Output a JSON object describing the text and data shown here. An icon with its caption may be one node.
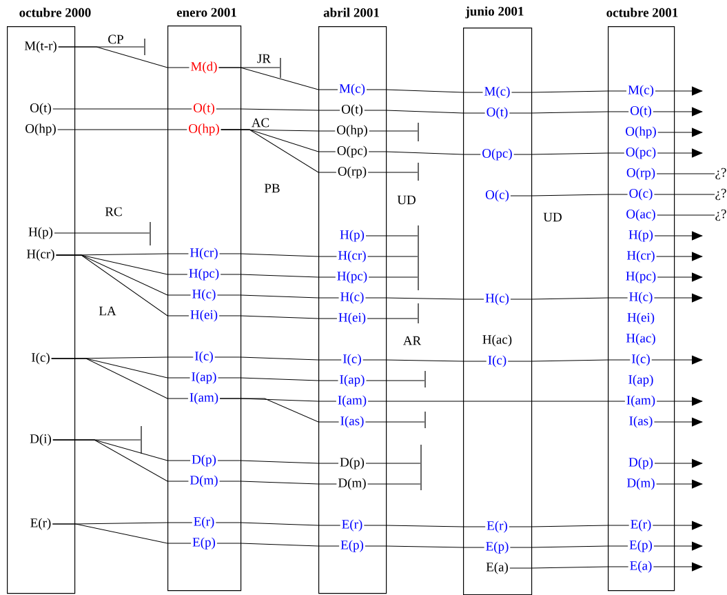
{
  "diagram": {
    "nodes": [
      {
        "text": [
          "octubre 2000"
        ]
      },
      {
        "text": [
          "M(t-r)"
        ],
        "in": 0
      },
      {
        "text": [
          "O(t)"
        ],
        "in": 0
      },
      {
        "text": [
          "O(hp)"
        ],
        "in": 0
      },
      {
        "text": [
          "H(p)"
        ],
        "in": 0
      },
      {
        "text": [
          "H(cr)"
        ],
        "in": 0
      },
      {
        "text": [
          "I(c)"
        ],
        "in": 0
      },
      {
        "text": [
          "D(i)"
        ],
        "in": 0
      },
      {
        "text": [
          "E(r)"
        ],
        "in": 0
      },
      {
        "text": [
          "enero 2001"
        ]
      },
      {
        "text": [
          "M(d)"
        ],
        "in": 9
      },
      {
        "text": [
          "O(t)"
        ],
        "in": 9
      },
      {
        "text": [
          "O(hp)"
        ],
        "in": 9
      },
      {
        "text": [
          "H(cr)"
        ],
        "in": 9
      },
      {
        "text": [
          "H(pc)"
        ],
        "in": 9
      },
      {
        "text": [
          "H(c)"
        ],
        "in": 9
      },
      {
        "text": [
          "H(ei)"
        ],
        "in": 9
      },
      {
        "text": [
          "I(c)"
        ],
        "in": 9
      },
      {
        "text": [
          "I(ap)"
        ],
        "in": 9
      },
      {
        "text": [
          "I(am)"
        ],
        "in": 9
      },
      {
        "text": [
          "D(p)"
        ],
        "in": 9
      },
      {
        "text": [
          "D(m)"
        ],
        "in": 9
      },
      {
        "text": [
          "E(r)"
        ],
        "in": 9
      },
      {
        "text": [
          "E(p)"
        ],
        "in": 9
      },
      {
        "text": [
          "abril 2001"
        ]
      },
      {
        "text": [
          "M(c)"
        ],
        "in": 24
      },
      {
        "text": [
          "O(t)"
        ],
        "in": 24
      },
      {
        "text": [
          "O(hp)"
        ],
        "in": 24
      },
      {
        "text": [
          "O(pc)"
        ],
        "in": 24
      },
      {
        "text": [
          "O(rp)"
        ],
        "in": 24
      },
      {
        "text": [
          "H(p)"
        ],
        "in": 24
      },
      {
        "text": [
          "H(cr)"
        ],
        "in": 24
      },
      {
        "text": [
          "H(pc)"
        ],
        "in": 24
      },
      {
        "text": [
          "H(c)"
        ],
        "in": 24
      },
      {
        "text": [
          "H(ei)"
        ],
        "in": 24
      },
      {
        "text": [
          "I(c)"
        ],
        "in": 24
      },
      {
        "text": [
          "I(ap)"
        ],
        "in": 24
      },
      {
        "text": [
          "I(am)"
        ],
        "in": 24
      },
      {
        "text": [
          "I(as)"
        ],
        "in": 24
      },
      {
        "text": [
          "D(p)"
        ],
        "in": 24
      },
      {
        "text": [
          "D(m)"
        ],
        "in": 24
      },
      {
        "text": [
          "E(r)"
        ],
        "in": 24
      },
      {
        "text": [
          "E(p)"
        ],
        "in": 24
      },
      {
        "text": [
          "junio 2001"
        ]
      },
      {
        "text": [
          "M(c)"
        ],
        "in": 43
      },
      {
        "text": [
          "O(t)"
        ],
        "in": 43
      },
      {
        "text": [
          "O(pc)"
        ],
        "in": 43
      },
      {
        "text": [
          "O(c)"
        ],
        "in": 43
      },
      {
        "text": [
          "H(c)"
        ],
        "in": 43
      },
      {
        "text": [
          "H(ac)"
        ],
        "in": 43
      },
      {
        "text": [
          "I(c)"
        ],
        "in": 43
      },
      {
        "text": [
          "E(r)"
        ],
        "in": 43
      },
      {
        "text": [
          "E(p)"
        ],
        "in": 43
      },
      {
        "text": [
          "E(a)"
        ],
        "in": 43
      },
      {
        "text": [
          "octubre 2001"
        ]
      },
      {
        "text": [
          "M(c)"
        ],
        "in": 54
      },
      {
        "text": [
          "O(t)"
        ],
        "in": 54
      },
      {
        "text": [
          "O(hp)"
        ],
        "in": 54
      },
      {
        "text": [
          "O(pc)"
        ],
        "in": 54
      },
      {
        "text": [
          "O(rp)"
        ],
        "in": 54
      },
      {
        "text": [
          "O(c)"
        ],
        "in": 54
      },
      {
        "text": [
          "O(ac)"
        ],
        "in": 54
      },
      {
        "text": [
          "H(p)"
        ],
        "in": 54
      },
      {
        "text": [
          "H(cr)"
        ],
        "in": 54
      },
      {
        "text": [
          "H(pc)"
        ],
        "in": 54
      },
      {
        "text": [
          "H(c)"
        ],
        "in": 54
      },
      {
        "text": [
          "H(ei)"
        ],
        "in": 54
      },
      {
        "text": [
          "H(ac)"
        ],
        "in": 54
      },
      {
        "text": [
          "I(c)"
        ],
        "in": 54
      },
      {
        "text": [
          "I(ap)"
        ],
        "in": 54
      },
      {
        "text": [
          "I(am)"
        ],
        "in": 54
      },
      {
        "text": [
          "I(as)"
        ],
        "in": 54
      },
      {
        "text": [
          "D(p)"
        ],
        "in": 54
      },
      {
        "text": [
          "D(m)"
        ],
        "in": 54
      },
      {
        "text": [
          "E(r)"
        ],
        "in": 54
      },
      {
        "text": [
          "E(p)"
        ],
        "in": 54
      },
      {
        "text": [
          "E(a)"
        ],
        "in": 54
      },
      {
        "text": [
          "¿?"
        ]
      },
      {
        "text": [
          "¿?"
        ]
      },
      {
        "text": [
          "¿?"
        ]
      },
      {
        "text": [],
        "shape": "bar"
      },
      {
        "text": [],
        "shape": "bar"
      },
      {
        "text": [],
        "shape": "bar"
      },
      {
        "text": [],
        "shape": "bar"
      },
      {
        "text": [],
        "shape": "bar"
      },
      {
        "text": [],
        "shape": "bar"
      },
      {
        "text": [],
        "shape": "bar"
      },
      {
        "text": [],
        "shape": "bar"
      },
      {
        "text": [],
        "shape": "bar"
      },
      {
        "text": [],
        "shape": "bar"
      },
      {
        "text": [],
        "shape": "bar"
      }
    ],
    "edges": [
      {
        "from": 1,
        "to": 80,
        "arrow": "none"
      },
      {
        "from": 1,
        "to": 10,
        "arrow": "none"
      },
      {
        "from": 2,
        "to": 11,
        "arrow": "none"
      },
      {
        "from": 3,
        "to": 12,
        "arrow": "none"
      },
      {
        "from": 4,
        "to": 81,
        "arrow": "none"
      },
      {
        "from": 5,
        "to": 13,
        "arrow": "none"
      },
      {
        "from": 5,
        "to": 14,
        "arrow": "none"
      },
      {
        "from": 5,
        "to": 15,
        "arrow": "none"
      },
      {
        "from": 5,
        "to": 16,
        "arrow": "none"
      },
      {
        "from": 6,
        "to": 17,
        "arrow": "none"
      },
      {
        "from": 6,
        "to": 18,
        "arrow": "none"
      },
      {
        "from": 6,
        "to": 19,
        "arrow": "none"
      },
      {
        "from": 7,
        "to": 82,
        "arrow": "none"
      },
      {
        "from": 7,
        "to": 20,
        "arrow": "none"
      },
      {
        "from": 7,
        "to": 21,
        "arrow": "none"
      },
      {
        "from": 8,
        "to": 22,
        "arrow": "none"
      },
      {
        "from": 8,
        "to": 23,
        "arrow": "none"
      },
      {
        "from": 10,
        "to": 83,
        "arrow": "none"
      },
      {
        "from": 10,
        "to": 25,
        "arrow": "none"
      },
      {
        "from": 11,
        "to": 26,
        "arrow": "none"
      },
      {
        "from": 12,
        "to": 27,
        "arrow": "none"
      },
      {
        "from": 12,
        "to": 28,
        "arrow": "none"
      },
      {
        "from": 12,
        "to": 29,
        "arrow": "none"
      },
      {
        "from": 13,
        "to": 31,
        "arrow": "none"
      },
      {
        "from": 14,
        "to": 32,
        "arrow": "none"
      },
      {
        "from": 15,
        "to": 33,
        "arrow": "none"
      },
      {
        "from": 16,
        "to": 34,
        "arrow": "none"
      },
      {
        "from": 17,
        "to": 35,
        "arrow": "none"
      },
      {
        "from": 18,
        "to": 36,
        "arrow": "none"
      },
      {
        "from": 19,
        "to": 37,
        "arrow": "none"
      },
      {
        "from": 19,
        "to": 38,
        "arrow": "none"
      },
      {
        "from": 20,
        "to": 39,
        "arrow": "none"
      },
      {
        "from": 21,
        "to": 40,
        "arrow": "none"
      },
      {
        "from": 22,
        "to": 41,
        "arrow": "none"
      },
      {
        "from": 23,
        "to": 42,
        "arrow": "none"
      },
      {
        "from": 25,
        "to": 44,
        "arrow": "none"
      },
      {
        "from": 26,
        "to": 45,
        "arrow": "none"
      },
      {
        "from": 27,
        "to": 84,
        "arrow": "none"
      },
      {
        "from": 28,
        "to": 46,
        "arrow": "none"
      },
      {
        "from": 29,
        "to": 85,
        "arrow": "none"
      },
      {
        "from": 30,
        "to": 86,
        "arrow": "none"
      },
      {
        "from": 31,
        "to": 86,
        "arrow": "none"
      },
      {
        "from": 32,
        "to": 86,
        "arrow": "none"
      },
      {
        "from": 33,
        "to": 48,
        "arrow": "none"
      },
      {
        "from": 34,
        "to": 87,
        "arrow": "none"
      },
      {
        "from": 35,
        "to": 50,
        "arrow": "none"
      },
      {
        "from": 36,
        "to": 88,
        "arrow": "none"
      },
      {
        "from": 37,
        "to": 70,
        "arrow": "none"
      },
      {
        "from": 38,
        "to": 89,
        "arrow": "none"
      },
      {
        "from": 39,
        "to": 90,
        "arrow": "none"
      },
      {
        "from": 40,
        "to": 90,
        "arrow": "none"
      },
      {
        "from": 41,
        "to": 51,
        "arrow": "none"
      },
      {
        "from": 42,
        "to": 52,
        "arrow": "none"
      },
      {
        "from": 44,
        "to": 55,
        "arrow": "none"
      },
      {
        "from": 45,
        "to": 56,
        "arrow": "none"
      },
      {
        "from": 46,
        "to": 58,
        "arrow": "none"
      },
      {
        "from": 47,
        "to": 60,
        "arrow": "none"
      },
      {
        "from": 48,
        "to": 65,
        "arrow": "none"
      },
      {
        "from": 50,
        "to": 68,
        "arrow": "none"
      },
      {
        "from": 51,
        "to": 74,
        "arrow": "none"
      },
      {
        "from": 52,
        "to": 75,
        "arrow": "none"
      },
      {
        "from": 53,
        "to": 76,
        "arrow": "none"
      },
      {
        "from": 55,
        "to": null,
        "arrow": "to"
      },
      {
        "from": 56,
        "to": null,
        "arrow": "to"
      },
      {
        "from": 57,
        "to": null,
        "arrow": "to"
      },
      {
        "from": 58,
        "to": null,
        "arrow": "to"
      },
      {
        "from": 59,
        "to": 77,
        "arrow": "none"
      },
      {
        "from": 60,
        "to": 78,
        "arrow": "none"
      },
      {
        "from": 61,
        "to": 79,
        "arrow": "none"
      },
      {
        "from": 62,
        "to": null,
        "arrow": "to"
      },
      {
        "from": 63,
        "to": null,
        "arrow": "to"
      },
      {
        "from": 64,
        "to": null,
        "arrow": "to"
      },
      {
        "from": 65,
        "to": null,
        "arrow": "to"
      },
      {
        "from": 68,
        "to": null,
        "arrow": "to"
      },
      {
        "from": 70,
        "to": null,
        "arrow": "to"
      },
      {
        "from": 71,
        "to": null,
        "arrow": "to"
      },
      {
        "from": 72,
        "to": null,
        "arrow": "to"
      },
      {
        "from": 73,
        "to": null,
        "arrow": "to"
      },
      {
        "from": 74,
        "to": null,
        "arrow": "to"
      },
      {
        "from": 75,
        "to": null,
        "arrow": "to"
      },
      {
        "from": 76,
        "to": null,
        "arrow": "to"
      }
    ],
    "labels": [
      "CP",
      "JR",
      "AC",
      "PB",
      "UD",
      "RC",
      "UD",
      "LA",
      "AR"
    ]
  }
}
